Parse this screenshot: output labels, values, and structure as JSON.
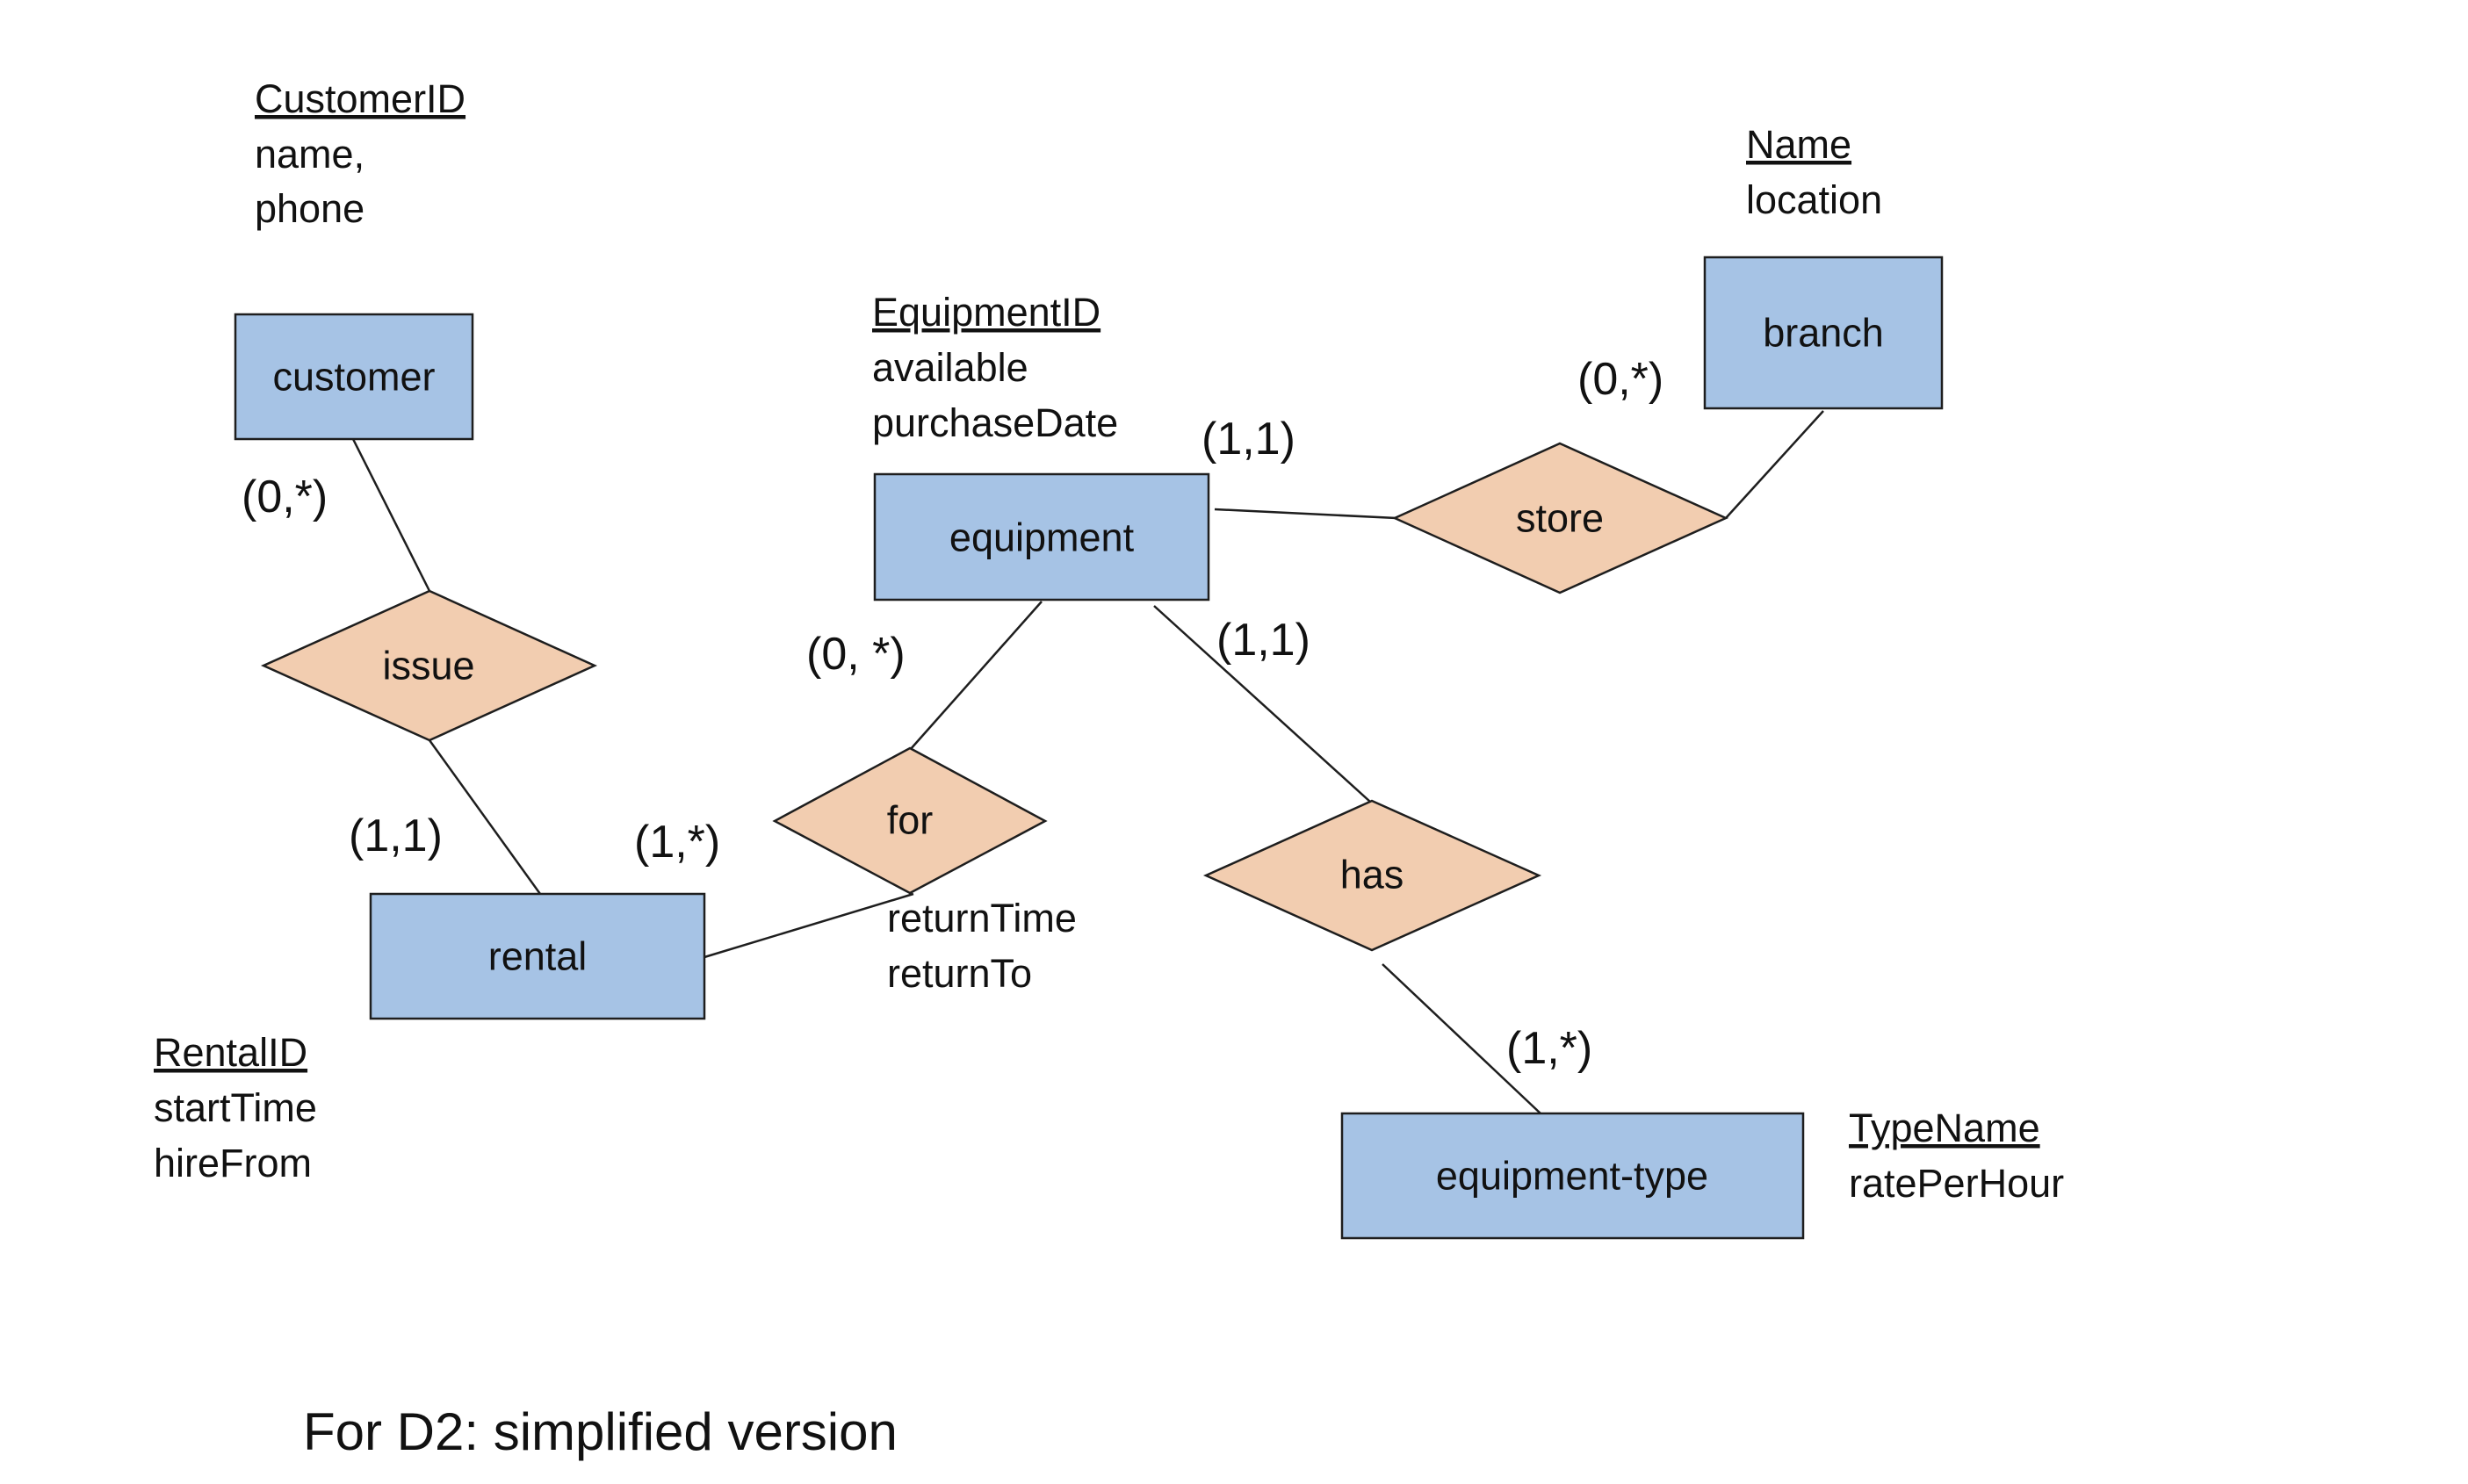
{
  "colors": {
    "entity_fill": "#a6c3e5",
    "relationship_fill": "#f2cdb0",
    "stroke": "#1e1e1e",
    "text": "#111111"
  },
  "entities": {
    "customer": {
      "label": "customer",
      "key": "CustomerID",
      "attrs": [
        "name,",
        "phone"
      ]
    },
    "branch": {
      "label": "branch",
      "key": "Name",
      "attrs": [
        "location"
      ]
    },
    "equipment": {
      "label": "equipment",
      "key": "EquipmentID",
      "attrs": [
        "available",
        "purchaseDate"
      ]
    },
    "rental": {
      "label": "rental",
      "key": "RentalID",
      "attrs": [
        "startTime",
        "hireFrom"
      ]
    },
    "equipment_type": {
      "label": "equipment-type",
      "key": "TypeName",
      "attrs": [
        "ratePerHour"
      ]
    }
  },
  "relationships": {
    "issue": {
      "label": "issue"
    },
    "store": {
      "label": "store"
    },
    "for": {
      "label": "for",
      "attrs": [
        "returnTime",
        "returnTo"
      ]
    },
    "has": {
      "label": "has"
    }
  },
  "cardinalities": {
    "customer_issue": "(0,*)",
    "issue_rental": "(1,1)",
    "rental_for": "(1,*)",
    "equipment_for": "(0, *)",
    "equipment_store": "(1,1)",
    "branch_store": "(0,*)",
    "equipment_has": "(1,1)",
    "type_has": "(1,*)"
  },
  "caption": "For D2: simplified version"
}
